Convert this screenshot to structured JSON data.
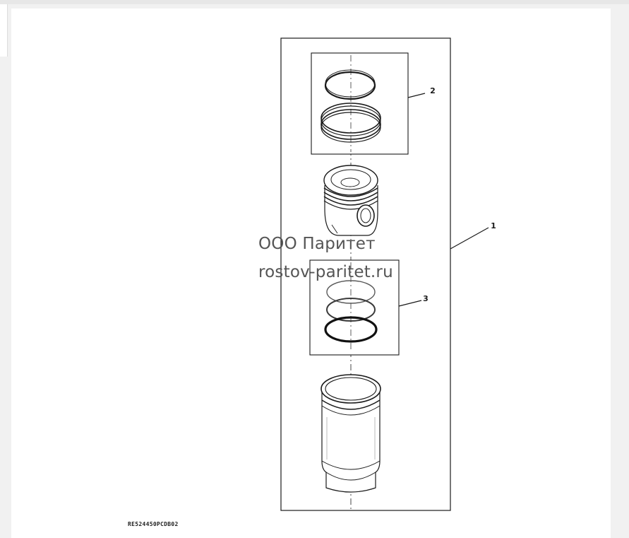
{
  "watermark": {
    "line1": "ООО Паритет",
    "line2": "rostov-paritet.ru"
  },
  "callouts": {
    "assembly": "1",
    "piston_ring_set": "2",
    "liner_seal_set": "3"
  },
  "drawing_code": "RE524450PCDB02",
  "colors": {
    "line": "#1a1a1a",
    "watermark": "#555555",
    "page_bg": "#f1f1f1",
    "sheet_bg": "#ffffff"
  }
}
